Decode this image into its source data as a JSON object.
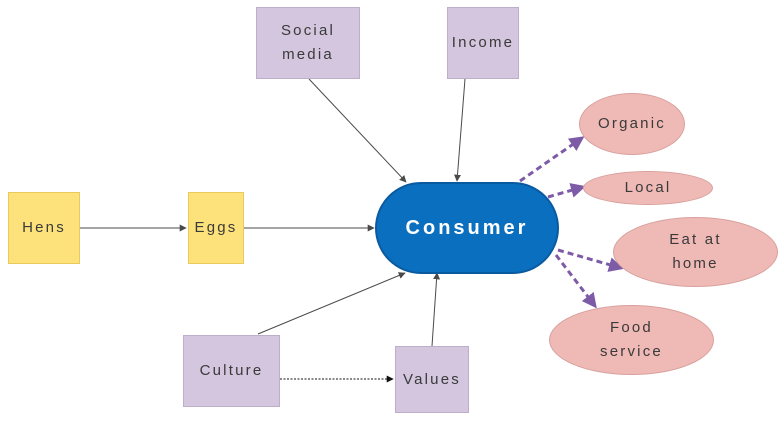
{
  "diagram": {
    "center": {
      "label": "Consumer",
      "color": "#0b6fbf"
    },
    "producers": [
      {
        "id": "hens",
        "label": "Hens"
      },
      {
        "id": "eggs",
        "label": "Eggs"
      }
    ],
    "influences": [
      {
        "id": "social",
        "label": "Social\nmedia"
      },
      {
        "id": "income",
        "label": "Income"
      },
      {
        "id": "culture",
        "label": "Culture"
      },
      {
        "id": "values",
        "label": "Values"
      }
    ],
    "choices": [
      {
        "id": "organic",
        "label": "Organic"
      },
      {
        "id": "local",
        "label": "Local"
      },
      {
        "id": "eat_at_home",
        "label": "Eat at\nhome"
      },
      {
        "id": "food_service",
        "label": "Food\nservice"
      }
    ],
    "colors": {
      "producer_fill": "#fde27c",
      "influence_fill": "#d3c6de",
      "choice_fill": "#efb9b6",
      "solid_arrow": "#4a4a4a",
      "dashed_arrow": "#7d5ba6"
    }
  }
}
